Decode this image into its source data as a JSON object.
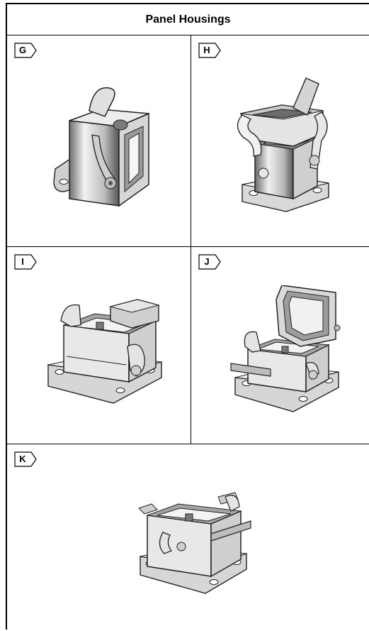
{
  "title": "Panel Housings",
  "panels": [
    {
      "label": "G"
    },
    {
      "label": "H"
    },
    {
      "label": "I"
    },
    {
      "label": "J"
    },
    {
      "label": "K"
    }
  ]
}
